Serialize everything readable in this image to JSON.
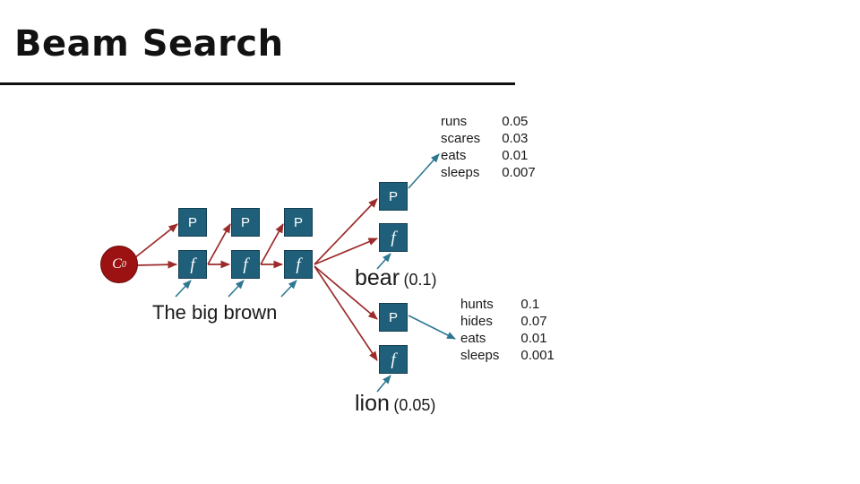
{
  "slide": {
    "title": "Beam Search",
    "background_color": "#ffffff",
    "rule_color": "#111111"
  },
  "diagram": {
    "start_node": {
      "label": "C",
      "subscript": "0",
      "color": "#9c1212",
      "name": "context-node"
    },
    "node_color": "#1f5f7a",
    "recurrent_arrow_color": "#9c2b2b",
    "io_arrow_color": "#2e7792",
    "columns": [
      {
        "p_label": "P",
        "f_label": "f"
      },
      {
        "p_label": "P",
        "f_label": "f"
      },
      {
        "p_label": "P",
        "f_label": "f"
      }
    ],
    "branches": [
      {
        "p_label": "P",
        "f_label": "f",
        "word": "bear",
        "prob": "(0.1)"
      },
      {
        "p_label": "P",
        "f_label": "f",
        "word": "lion",
        "prob": "(0.05)"
      }
    ],
    "input_caption": "The big brown"
  },
  "candidates_top": {
    "rows": [
      {
        "word": "runs",
        "prob": "0.05"
      },
      {
        "word": "scares",
        "prob": "0.03"
      },
      {
        "word": "eats",
        "prob": "0.01"
      },
      {
        "word": "sleeps",
        "prob": "0.007"
      }
    ]
  },
  "candidates_bottom": {
    "rows": [
      {
        "word": "hunts",
        "prob": "0.1"
      },
      {
        "word": "hides",
        "prob": "0.07"
      },
      {
        "word": "eats",
        "prob": "0.01"
      },
      {
        "word": "sleeps",
        "prob": "0.001"
      }
    ]
  }
}
